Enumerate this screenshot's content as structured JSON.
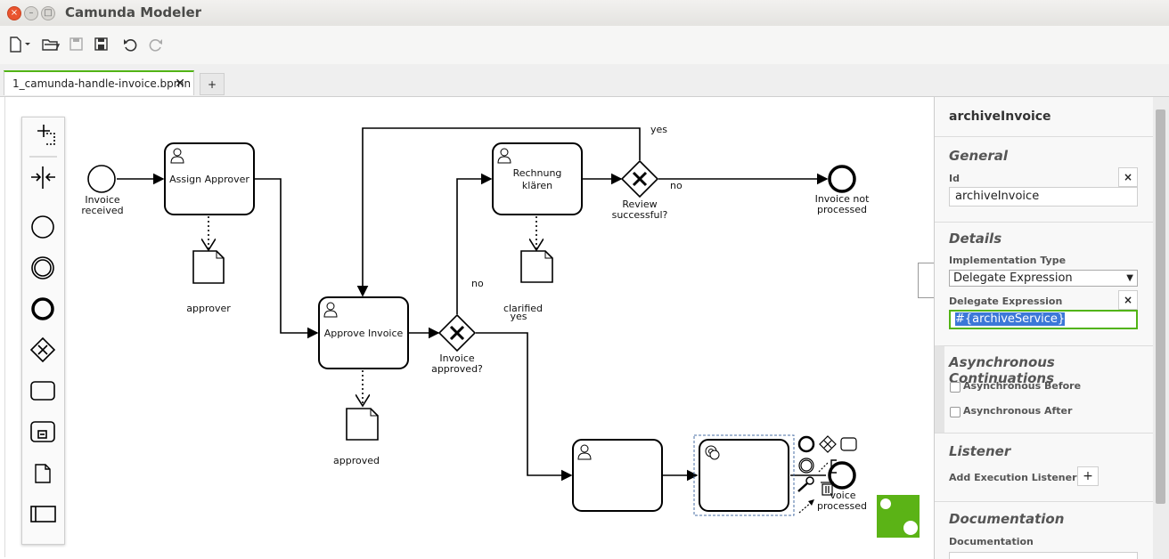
{
  "window": {
    "title": "Camunda Modeler",
    "close": "×",
    "minimize": "–",
    "maximize": "□"
  },
  "toolbar": {
    "icons": [
      "new-file-icon",
      "open-folder-icon",
      "save-icon",
      "save-as-icon",
      "undo-icon",
      "redo-icon"
    ]
  },
  "tabs": {
    "active": "1_camunda-handle-invoice.bpmn",
    "close": "✕",
    "add": "+"
  },
  "palette": {
    "tools": [
      "hand-tool-icon",
      "space-tool-icon",
      "start-event-icon",
      "intermediate-event-icon",
      "end-event-icon",
      "gateway-icon",
      "task-icon",
      "subprocess-icon",
      "data-object-icon",
      "pool-icon"
    ]
  },
  "diagram": {
    "start_event": [
      "Invoice",
      "received"
    ],
    "assign_approver": "Assign Approver",
    "approver": "approver",
    "approve_invoice": "Approve Invoice",
    "approved": "approved",
    "gateway_approved": [
      "Invoice",
      "approved?"
    ],
    "label_no": "no",
    "rechnung": [
      "Rechnung",
      "klären"
    ],
    "clarified": "clarified",
    "label_yes_bottom": "yes",
    "label_yes_top": "yes",
    "gateway_review": [
      "Review",
      "successful?"
    ],
    "label_no_right": "no",
    "end_not_processed": [
      "Invoice not",
      "processed"
    ],
    "end_processed": [
      "voice",
      "processed"
    ]
  },
  "panel": {
    "title": "archiveInvoice",
    "general": {
      "heading": "General",
      "id_label": "Id",
      "id_value": "archiveInvoice",
      "clear": "×"
    },
    "details": {
      "heading": "Details",
      "impl_label": "Implementation Type",
      "impl_value": "Delegate Expression",
      "delegate_label": "Delegate Expression",
      "delegate_value": "#{archiveService}",
      "clear": "×"
    },
    "async": {
      "heading": "Asynchronous Continuations",
      "before": "Asynchronous Before",
      "after": "Asynchronous After"
    },
    "listener": {
      "heading": "Listener",
      "add_label": "Add Execution Listener",
      "add_button": "+"
    },
    "documentation": {
      "heading": "Documentation",
      "label": "Documentation"
    }
  },
  "colors": {
    "accent": "#52b415",
    "selection": "#3c78d8",
    "logo": "#5bb316"
  }
}
